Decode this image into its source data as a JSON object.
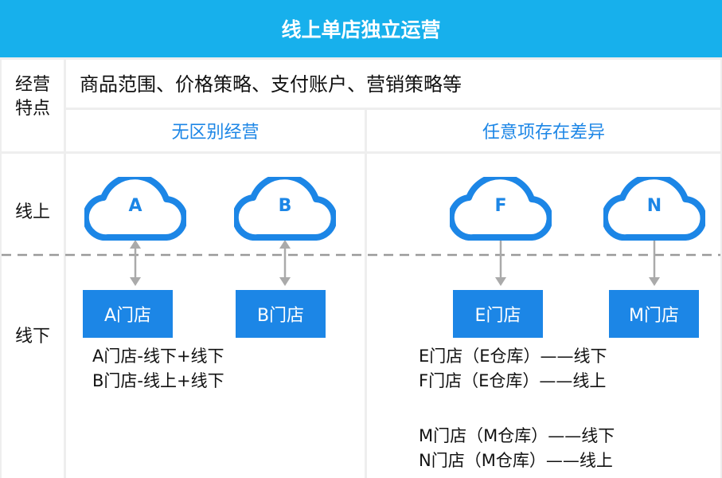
{
  "title": "线上单店独立运营",
  "row_labels": {
    "features": "经营\n特点",
    "online": "线上",
    "offline": "线下"
  },
  "features_text": "商品范围、价格策略、支付账户、营销策略等",
  "columns": {
    "left_header": "无区别经营",
    "right_header": "任意项存在差异"
  },
  "clouds": {
    "a": "A",
    "b": "B",
    "f": "F",
    "n": "N"
  },
  "stores": {
    "a": "A门店",
    "b": "B门店",
    "e": "E门店",
    "m": "M门店"
  },
  "notes": {
    "left": [
      "A门店-线下+线下",
      "B门店-线上+线下"
    ],
    "right_group1": [
      "E门店（E仓库）——线下",
      "F门店（E仓库）——线上"
    ],
    "right_group2": [
      "M门店（M仓库）——线下",
      "N门店（M仓库）——线上"
    ]
  },
  "colors": {
    "title_bar": "#17b0ec",
    "accent_blue": "#1c86e6",
    "grid_bg": "#eeeeee",
    "cell_bg": "#ffffff",
    "connector": "#aaaaaa",
    "divider_dashed": "#9a9a9a"
  },
  "connectors": {
    "left_column": "bidirectional",
    "right_column": "downward"
  }
}
